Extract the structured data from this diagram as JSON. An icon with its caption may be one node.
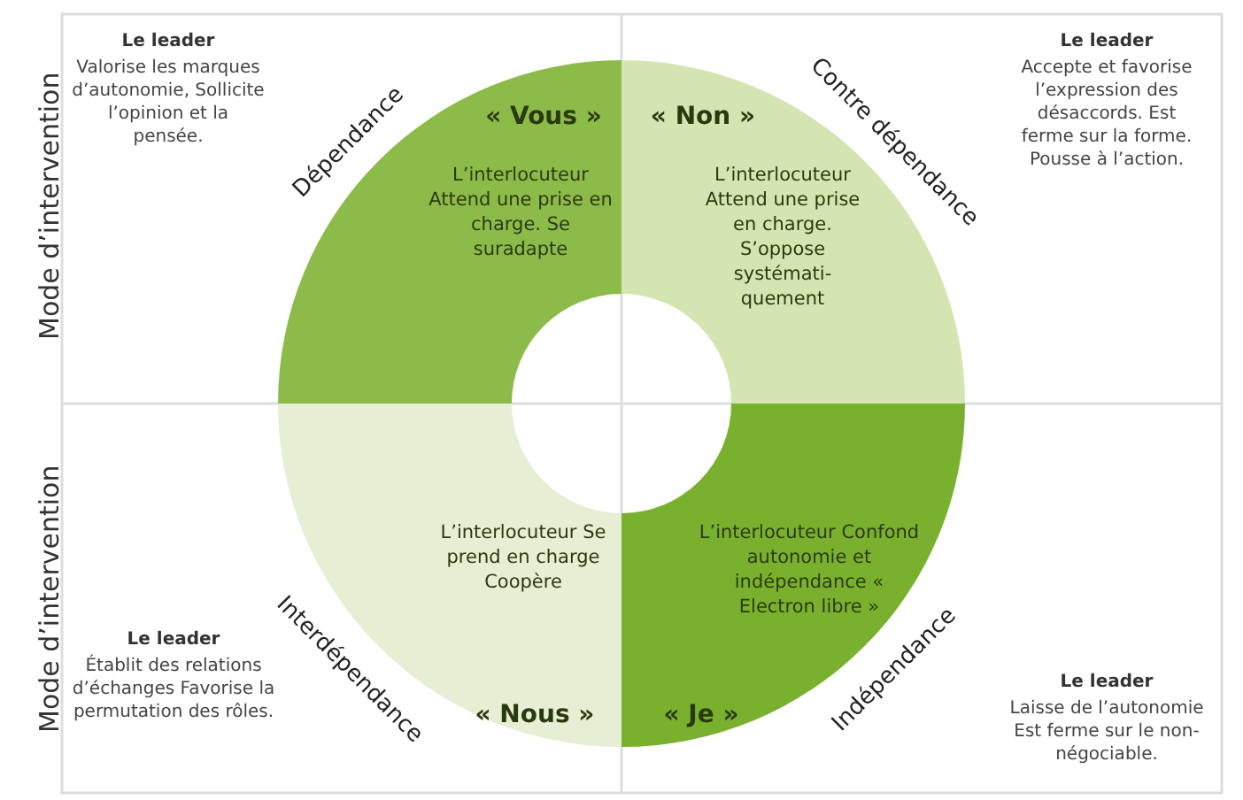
{
  "diagram": {
    "nodes": [
      {
        "text": [
          "« Vous »",
          "L’interlocuteur Attend une prise en charge. Se suradapte"
        ],
        "beside": [
          "Dépendance"
        ]
      },
      {
        "text": [
          "« Non »",
          "L’interlocuteur Attend une prise en charge. S’oppose systémati- quement"
        ],
        "beside": [
          "Contre dépendance"
        ]
      },
      {
        "text": [
          "L’interlocuteur Se prend en charge Coopère",
          "« Nous »"
        ],
        "beside": [
          "Interdépendance"
        ]
      },
      {
        "text": [
          "L’interlocuteur Confond autonomie et indépendance « Electron libre »",
          "« Je »"
        ],
        "beside": [
          "Indépendance"
        ]
      }
    ],
    "labels": [
      "Mode d’intervention",
      "Le leader",
      "Valorise les marques d’autonomie, Sollicite l’opinion et la pensée.",
      "Le leader",
      "Accepte et favorise l’expression des désaccords. Est ferme sur la forme. Pousse à l’action.",
      "Mode d’intervention",
      "Le leader",
      "Établit des relations d’échanges Favorise la permutation des rôles.",
      "Le leader",
      "Laisse de l’autonomie Est ferme sur le non-négociable."
    ]
  }
}
